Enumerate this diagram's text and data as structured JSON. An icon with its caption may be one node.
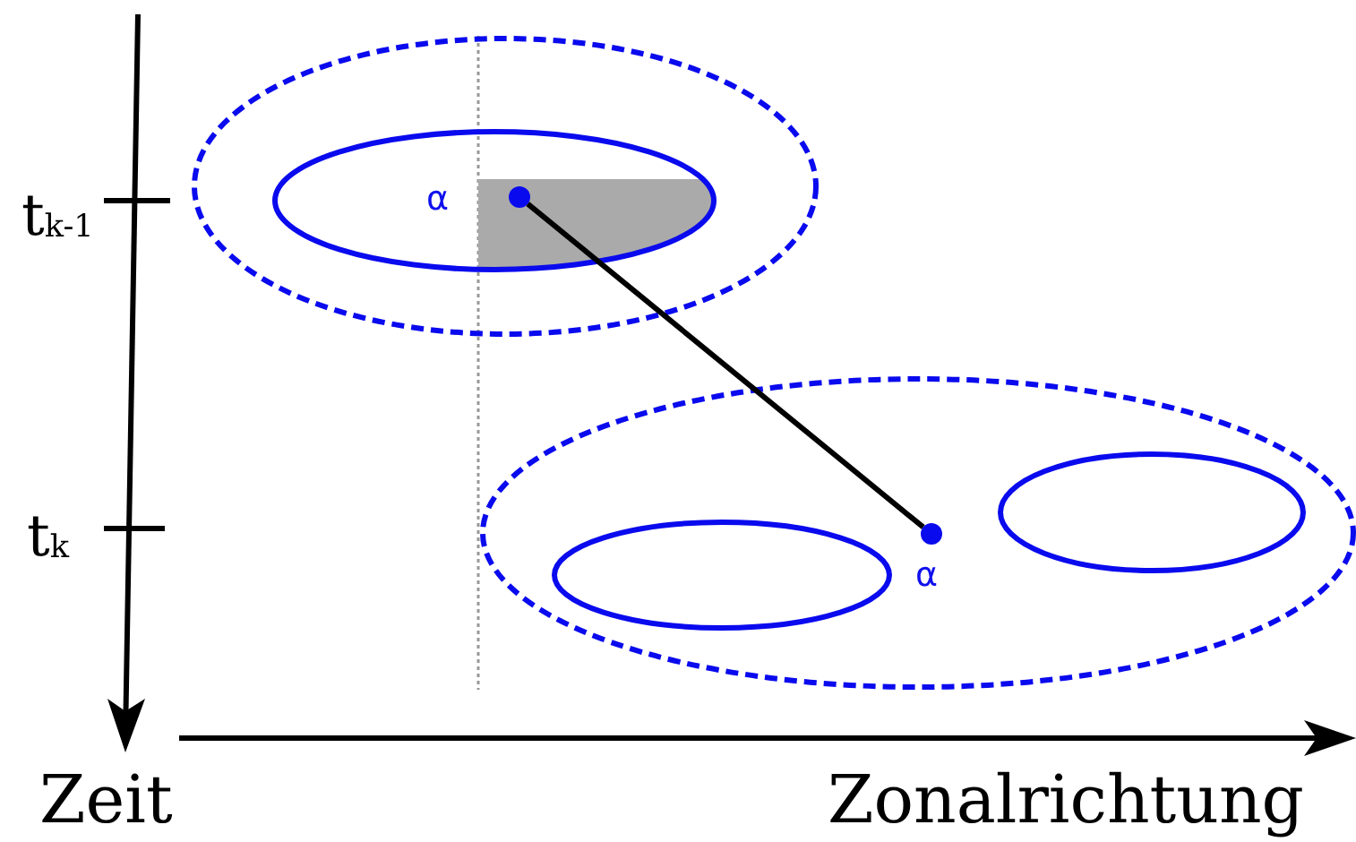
{
  "diagram": {
    "nodes": [
      {
        "text": [],
        "shape": "ellipse"
      },
      {
        "text": [],
        "shape": "ellipse",
        "in": 0
      },
      {
        "text": [],
        "shape": "circle",
        "in": 1,
        "beside": [
          "α"
        ]
      },
      {
        "text": [],
        "shape": "ellipse"
      },
      {
        "text": [],
        "shape": "ellipse",
        "in": 3
      },
      {
        "text": [],
        "shape": "ellipse",
        "in": 3
      },
      {
        "text": [],
        "shape": "circle",
        "in": 3,
        "beside": [
          "α"
        ]
      }
    ],
    "edges": [
      {
        "from": 2,
        "to": 6,
        "arrow": "none"
      }
    ],
    "labels": [
      "t$_{k-1}$",
      "t$_{k}$",
      "Zeit",
      "Zonalrichtung"
    ]
  }
}
